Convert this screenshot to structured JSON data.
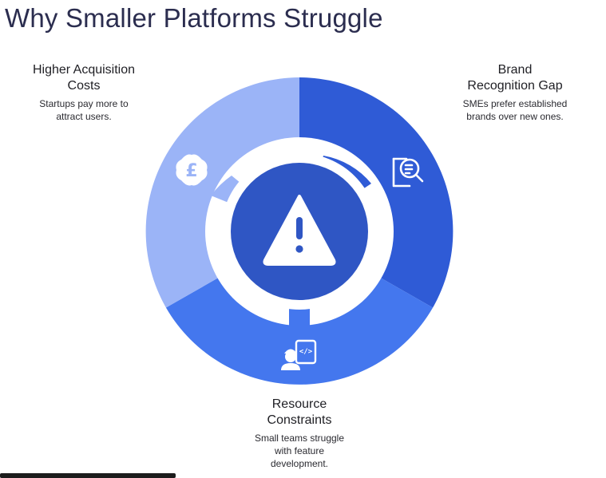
{
  "title": "Why Smaller Platforms Struggle",
  "colors": {
    "segment_costs": "#9bb4f7",
    "segment_brand": "#2f5bd6",
    "segment_resource": "#4477ee",
    "center_circle": "#2f56c4",
    "inner_ring": "#ffffff",
    "title_text": "#2b2d4f"
  },
  "center": {
    "icon": "warning-triangle-icon"
  },
  "segments": [
    {
      "id": "costs",
      "label": "Higher Acquisition Costs",
      "label_line1": "Higher Acquisition",
      "label_line2": "Costs",
      "description_line1": "Startups pay more to",
      "description_line2": "attract users.",
      "icon": "pound-coin-icon"
    },
    {
      "id": "brand",
      "label": "Brand Recognition Gap",
      "label_line1": "Brand",
      "label_line2": "Recognition Gap",
      "description_line1": "SMEs prefer established",
      "description_line2": "brands over new ones.",
      "icon": "search-document-icon"
    },
    {
      "id": "resource",
      "label": "Resource Constraints",
      "label_line1": "Resource",
      "label_line2": "Constraints",
      "description_line1": "Small teams struggle",
      "description_line2": "with feature",
      "description_line3": "development.",
      "icon": "developer-code-icon"
    }
  ]
}
